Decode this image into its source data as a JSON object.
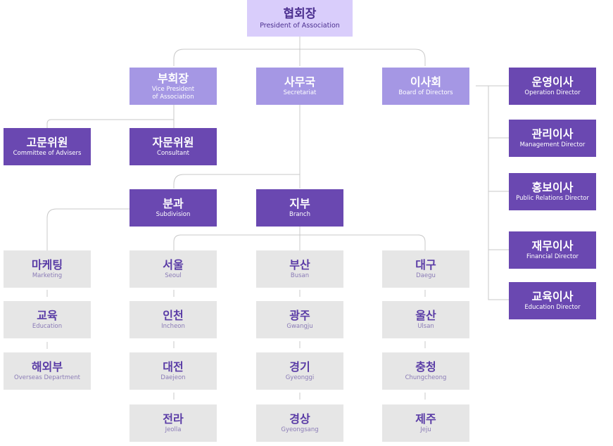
{
  "colors": {
    "top": "#d9cdfb",
    "level1": "#a597e4",
    "level2": "#6a48b1",
    "leaf": "#e6e6e6",
    "connector": "#c8c8c8"
  },
  "president": {
    "ko": "협회장",
    "en": "President of Association"
  },
  "vice_president": {
    "ko": "부회장",
    "en": "Vice President\nof Association"
  },
  "secretariat": {
    "ko": "사무국",
    "en": "Secretariat"
  },
  "board": {
    "ko": "이사회",
    "en": "Board of Directors"
  },
  "advisers": {
    "ko": "고문위원",
    "en": "Committee of Advisers"
  },
  "consultant": {
    "ko": "자문위원",
    "en": "Consultant"
  },
  "subdivision": {
    "ko": "분과",
    "en": "Subdivision"
  },
  "branch": {
    "ko": "지부",
    "en": "Branch"
  },
  "directors": [
    {
      "ko": "운영이사",
      "en": "Operation Director"
    },
    {
      "ko": "관리이사",
      "en": "Management Director"
    },
    {
      "ko": "홍보이사",
      "en": "Public Relations Director"
    },
    {
      "ko": "재무이사",
      "en": "Financial Director"
    },
    {
      "ko": "교육이사",
      "en": "Education Director"
    }
  ],
  "subdivisions": [
    {
      "ko": "마케팅",
      "en": "Marketing"
    },
    {
      "ko": "교육",
      "en": "Education"
    },
    {
      "ko": "해외부",
      "en": "Overseas Department"
    }
  ],
  "branches": [
    [
      {
        "ko": "서울",
        "en": "Seoul"
      },
      {
        "ko": "인천",
        "en": "Incheon"
      },
      {
        "ko": "대전",
        "en": "Daejeon"
      },
      {
        "ko": "전라",
        "en": "Jeolla"
      }
    ],
    [
      {
        "ko": "부산",
        "en": "Busan"
      },
      {
        "ko": "광주",
        "en": "Gwangju"
      },
      {
        "ko": "경기",
        "en": "Gyeonggi"
      },
      {
        "ko": "경상",
        "en": "Gyeongsang"
      }
    ],
    [
      {
        "ko": "대구",
        "en": "Daegu"
      },
      {
        "ko": "울산",
        "en": "Ulsan"
      },
      {
        "ko": "충청",
        "en": "Chungcheong"
      },
      {
        "ko": "제주",
        "en": "Jeju"
      }
    ]
  ]
}
